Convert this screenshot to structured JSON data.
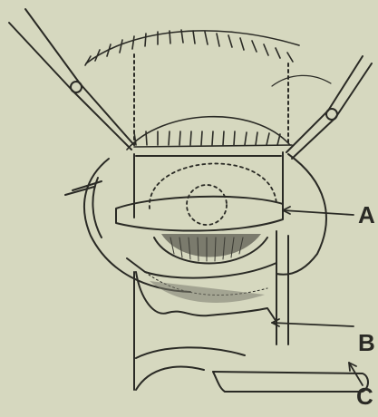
{
  "labels": {
    "a": "A",
    "b": "B",
    "c": "C"
  },
  "colors": {
    "background": "#d6d8bf",
    "ink": "#2a2a25"
  }
}
